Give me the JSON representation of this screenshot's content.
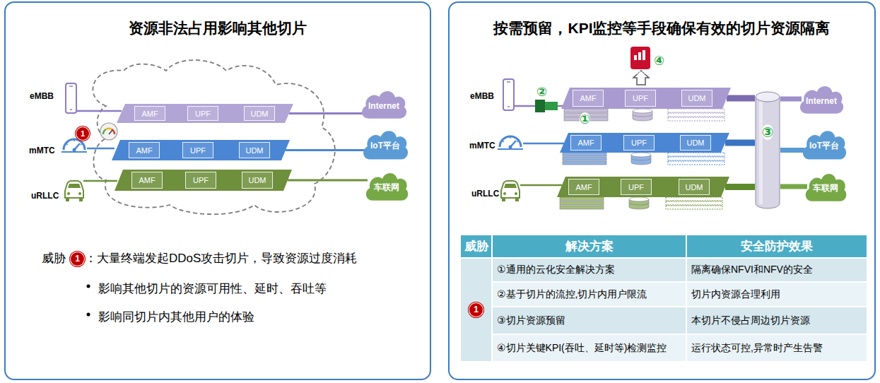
{
  "diagram": {
    "nodes": [
      {
        "text": [
          "资源非法占用影响其他切片"
        ]
      },
      {
        "text": [],
        "in": 0
      },
      {
        "text": [
          "AMF"
        ],
        "in": 1
      },
      {
        "text": [
          "UPF"
        ],
        "in": 1
      },
      {
        "text": [
          "UDM"
        ],
        "in": 1
      },
      {
        "text": [],
        "in": 0
      },
      {
        "text": [
          "AMF"
        ],
        "in": 5
      },
      {
        "text": [
          "UPF"
        ],
        "in": 5
      },
      {
        "text": [
          "UDM"
        ],
        "in": 5
      },
      {
        "text": [],
        "in": 0
      },
      {
        "text": [
          "AMF"
        ],
        "in": 9
      },
      {
        "text": [
          "UPF"
        ],
        "in": 9
      },
      {
        "text": [
          "UDM"
        ],
        "in": 9
      },
      {
        "text": [
          "Internet"
        ],
        "in": 0
      },
      {
        "text": [
          "IoT平台"
        ],
        "in": 0
      },
      {
        "text": [
          "车联网"
        ],
        "in": 0
      },
      {
        "text": [
          "按需预留，KPI监控等手段确保有效的切片资源隔离"
        ]
      },
      {
        "text": [],
        "in": 16
      },
      {
        "text": [
          "AMF"
        ],
        "in": 17
      },
      {
        "text": [
          "UPF"
        ],
        "in": 17
      },
      {
        "text": [
          "UDM"
        ],
        "in": 17
      },
      {
        "text": [],
        "in": 16
      },
      {
        "text": [
          "AMF"
        ],
        "in": 21
      },
      {
        "text": [
          "UPF"
        ],
        "in": 21
      },
      {
        "text": [
          "UDM"
        ],
        "in": 21
      },
      {
        "text": [],
        "in": 16
      },
      {
        "text": [
          "AMF"
        ],
        "in": 25
      },
      {
        "text": [
          "UPF"
        ],
        "in": 25
      },
      {
        "text": [
          "UDM"
        ],
        "in": 25
      },
      {
        "text": [
          "③"
        ],
        "in": 16
      },
      {
        "text": [
          "Internet"
        ],
        "in": 16
      },
      {
        "text": [
          "IoT平台"
        ],
        "in": 16
      },
      {
        "text": [
          "车联网"
        ],
        "in": 16
      }
    ],
    "edges": [
      {
        "from": 1,
        "to": 13,
        "arrow": "none"
      },
      {
        "from": 5,
        "to": 14,
        "arrow": "none"
      },
      {
        "from": 9,
        "to": 15,
        "arrow": "none"
      },
      {
        "from": 17,
        "to": 29,
        "arrow": "none"
      },
      {
        "from": 21,
        "to": 29,
        "arrow": "none"
      },
      {
        "from": 25,
        "to": 29,
        "arrow": "none"
      },
      {
        "from": 29,
        "to": 30,
        "arrow": "none"
      },
      {
        "from": 29,
        "to": 31,
        "arrow": "none"
      },
      {
        "from": 29,
        "to": 32,
        "arrow": "none"
      }
    ],
    "labels": [
      "eMBB",
      "mMTC",
      "1",
      "uRLLC",
      "威胁",
      "1",
      "：大量终端发起DDoS攻击切片，导致资源过度消耗",
      "影响其他切片的资源可用性、延时、吞吐等",
      "影响同切片内其他用户的体验",
      "REPORT",
      "④",
      "②",
      "eMBB",
      "①",
      "mMTC",
      "uRLLC",
      "威胁",
      "解决方案",
      "安全防护效果",
      "1",
      "①通用的云化安全解决方案",
      "隔离确保NFVI和NFV的安全",
      "②基于切片的流控,切片内用户限流",
      "切片内资源合理利用",
      "③切片资源预留",
      "本切片不侵占周边切片资源",
      "④切片关键KPI(吞吐、延时等)检测监控",
      "运行状态可控,异常时产生告警"
    ]
  }
}
